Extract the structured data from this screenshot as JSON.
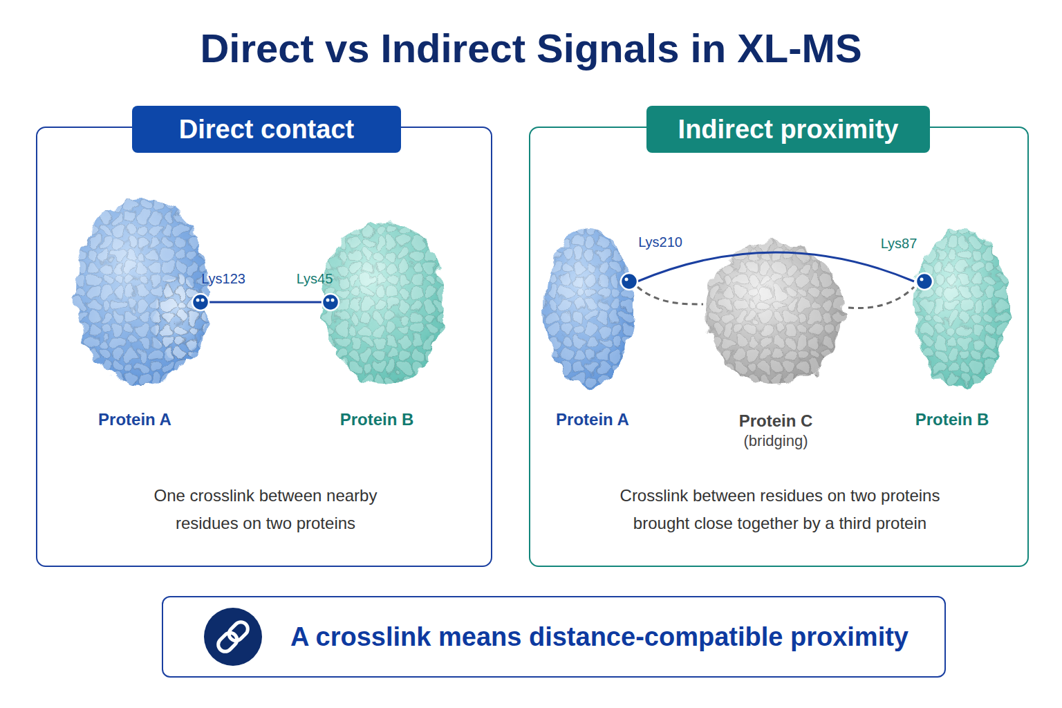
{
  "diagram": {
    "title": "Direct vs Indirect Signals in XL-MS",
    "nodes": [
      {
        "text": [
          "Direct contact",
          "One crosslink between nearby residues on two proteins"
        ]
      },
      {
        "text": [
          "Protein A"
        ],
        "in": 0
      },
      {
        "text": [
          "Protein B"
        ],
        "in": 0
      },
      {
        "text": [
          "Indirect proximity",
          "Crosslink between residues on two proteins brought close together by a third protein"
        ]
      },
      {
        "text": [
          "Protein A"
        ],
        "in": 3
      },
      {
        "text": [
          "Protein C",
          "(bridging)"
        ],
        "in": 3
      },
      {
        "text": [
          "Protein B"
        ],
        "in": 3
      },
      {
        "text": [
          "A crosslink means distance-compatible proximity"
        ]
      }
    ],
    "edges": [
      {
        "from": 1,
        "to": 2,
        "arrow": "none"
      },
      {
        "from": 4,
        "to": 6,
        "arrow": "none"
      },
      {
        "from": 4,
        "to": 5,
        "arrow": "none"
      },
      {
        "from": 5,
        "to": 6,
        "arrow": "none"
      }
    ],
    "labels": [
      "Lys123",
      "Lys45",
      "Lys210",
      "Lys87"
    ]
  }
}
